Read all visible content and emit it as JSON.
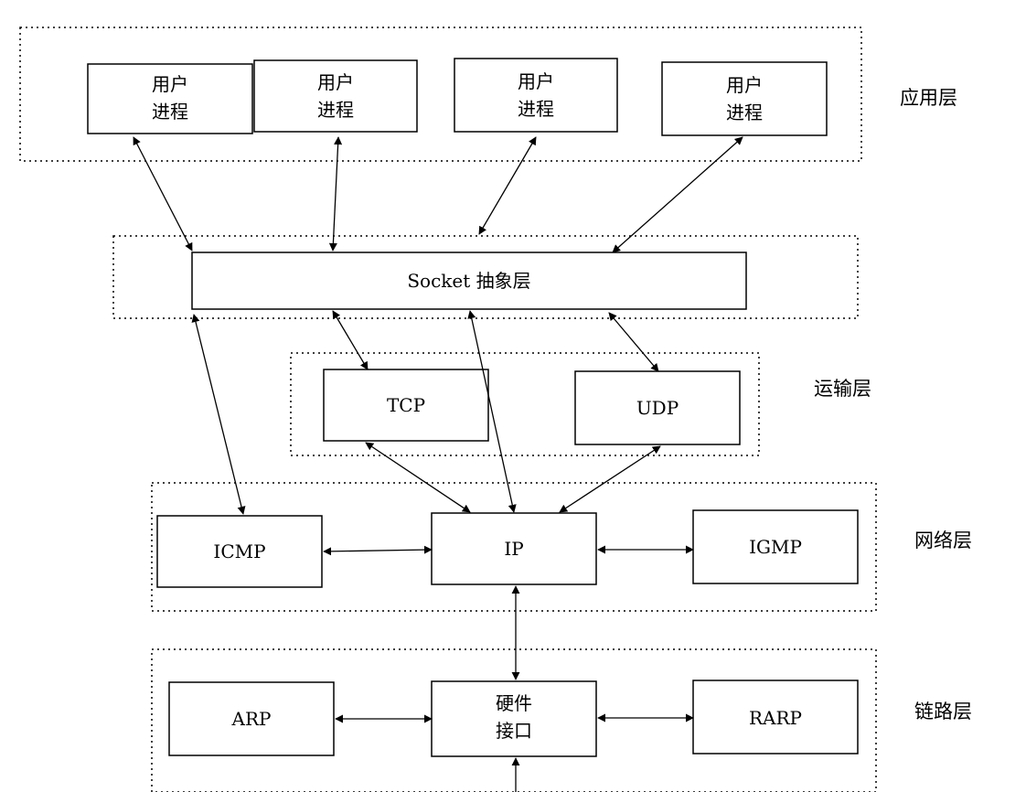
{
  "layers": {
    "application": "应用层",
    "transport": "运输层",
    "network": "网络层",
    "link": "链路层"
  },
  "nodes": {
    "process1": [
      "用户",
      "进程"
    ],
    "process2": [
      "用户",
      "进程"
    ],
    "process3": [
      "用户",
      "进程"
    ],
    "process4": [
      "用户",
      "进程"
    ],
    "socket": "Socket 抽象层",
    "tcp": "TCP",
    "udp": "UDP",
    "icmp": "ICMP",
    "ip": "IP",
    "igmp": "IGMP",
    "arp": "ARP",
    "hardware": [
      "硬件",
      "接口"
    ],
    "rarp": "RARP"
  },
  "colors": {
    "line": "#000000",
    "background": "#ffffff"
  }
}
